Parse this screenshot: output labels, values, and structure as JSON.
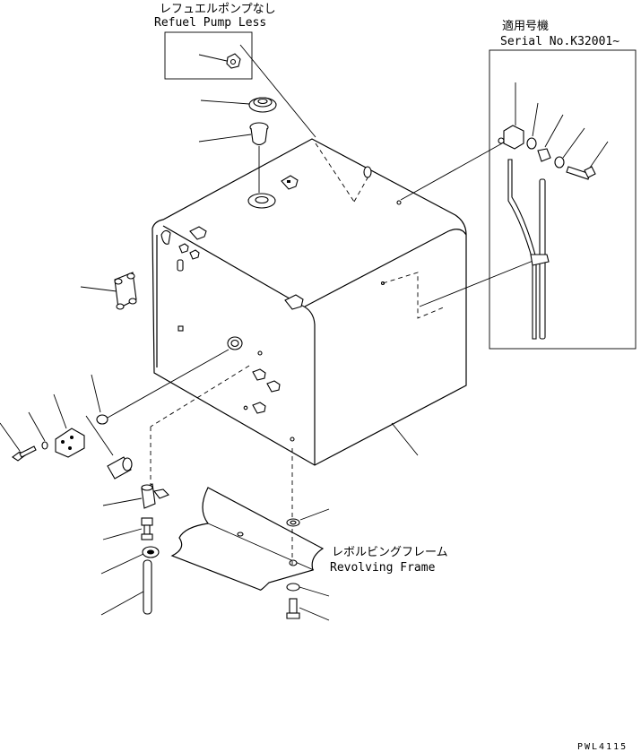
{
  "labels": {
    "refuel_pump_less_jp": "レフュエルポンプなし",
    "refuel_pump_less_en": "Refuel Pump Less",
    "serial_jp": "適用号機",
    "serial_en": "Serial No.K32001~",
    "revolving_frame_jp": "レボルビングフレーム",
    "revolving_frame_en": "Revolving Frame",
    "drawing_code": "PWL4115"
  }
}
